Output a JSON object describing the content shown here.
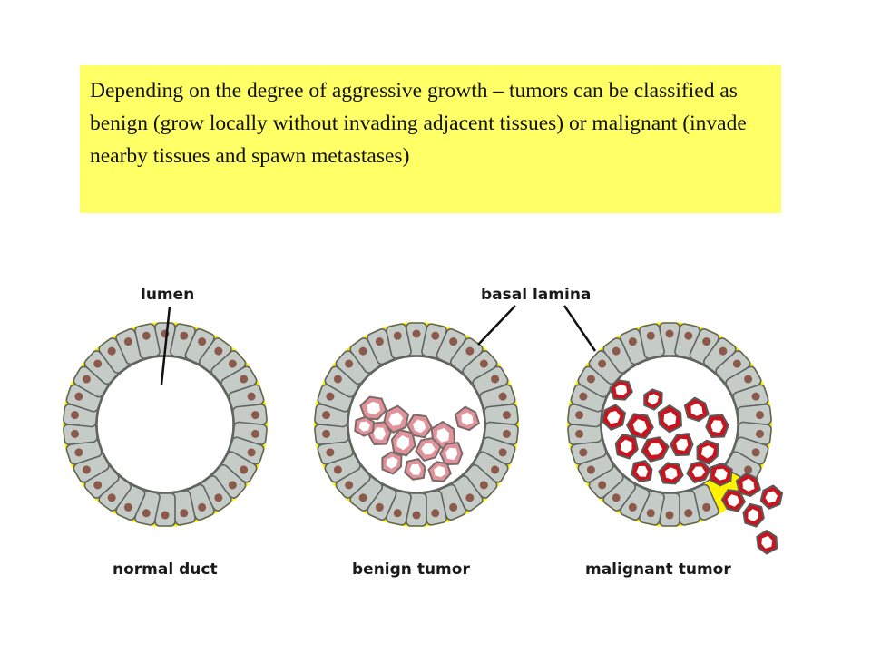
{
  "callout": {
    "text": "Depending on the degree of aggressive growth – tumors can be classified as benign (grow locally without invading adjacent tissues) or malignant (invade nearby tissues and spawn metastases)"
  },
  "labels": {
    "lumen": "lumen",
    "basal_lamina": "basal lamina",
    "normal": "normal duct",
    "benign": "benign tumor",
    "malignant": "malignant tumor"
  },
  "colors": {
    "callout_bg": "#ffff66",
    "basal_lamina": "#fff200",
    "epithelial_cell": "#c5cbc7",
    "nucleus": "#8b5a4a",
    "benign_cell": "#e0939a",
    "malignant_cell": "#c8141e"
  }
}
